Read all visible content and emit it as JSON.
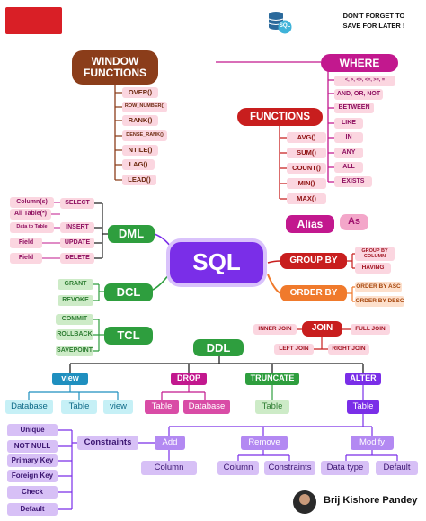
{
  "header": {
    "reminder_line1": "DON'T FORGET TO",
    "reminder_line2": "SAVE FOR LATER !",
    "db_icon_label": "SQL"
  },
  "center": {
    "label": "SQL"
  },
  "window_functions": {
    "title_line1": "WINDOW",
    "title_line2": "FUNCTIONS",
    "items": [
      "OVER()",
      "ROW_NUMBER()",
      "RANK()",
      "DENSE_RANK()",
      "NTILE()",
      "LAG()",
      "LEAD()"
    ]
  },
  "functions": {
    "title": "FUNCTIONS",
    "items": [
      "AVG()",
      "SUM()",
      "COUNT()",
      "MIN()",
      "MAX()"
    ]
  },
  "where": {
    "title": "WHERE",
    "items": [
      "<, >, <>, <=, >=, =",
      "AND, OR, NOT",
      "BETWEEN",
      "LIKE",
      "IN",
      "ANY",
      "ALL",
      "EXISTS"
    ]
  },
  "alias": {
    "title": "Alias",
    "as": "As"
  },
  "group_by": {
    "title": "GROUP BY",
    "items": [
      "GROUP BY COLUMN",
      "HAVING"
    ]
  },
  "order_by": {
    "title": "ORDER BY",
    "items": [
      "ORDER BY ASC",
      "ORDER BY DESC"
    ]
  },
  "join": {
    "title": "JOIN",
    "items": [
      "INNER JOIN",
      "FULL JOIN",
      "LEFT JOIN",
      "RIGHT JOIN"
    ]
  },
  "dml": {
    "title": "DML",
    "items": [
      "SELECT",
      "INSERT",
      "UPDATE",
      "DELETE"
    ],
    "targets": [
      "Column(s)",
      "All Table(*)",
      "Data to Table",
      "Field",
      "Field"
    ]
  },
  "dcl": {
    "title": "DCL",
    "items": [
      "GRANT",
      "REVOKE"
    ]
  },
  "tcl": {
    "title": "TCL",
    "items": [
      "COMMIT",
      "ROLLBACK",
      "SAVEPOINT"
    ]
  },
  "ddl": {
    "title": "DDL",
    "view": {
      "title": "view",
      "items": [
        "Database",
        "Table",
        "view"
      ]
    },
    "drop": {
      "title": "DROP",
      "items": [
        "Table",
        "Database"
      ]
    },
    "truncate": {
      "title": "TRUNCATE",
      "items": [
        "Table"
      ]
    },
    "alter": {
      "title": "ALTER",
      "table": "Table",
      "add": "Add",
      "remove": "Remove",
      "modify": "Modify",
      "add_item": "Column",
      "remove_items": [
        "Column",
        "Constraints"
      ],
      "modify_items": [
        "Data type",
        "Default"
      ]
    },
    "constraints": {
      "title": "Constraints",
      "items": [
        "Unique",
        "NOT NULL",
        "Primary Key",
        "Foreign Key",
        "Check",
        "Default"
      ]
    }
  },
  "author": {
    "name": "Brij Kishore Pandey"
  },
  "colors": {
    "brown": "#8b3d1a",
    "red": "#c81e1e",
    "pink_light": "#fbd6e0",
    "magenta": "#c2188e",
    "purple": "#7a2ee8",
    "green": "#2e9e3e",
    "green_light": "#cdebc7",
    "orange": "#f07a2c",
    "cyan_light": "#c6f0f6",
    "lavender": "#d7c0f6",
    "teal_blue": "#1f8fbf"
  }
}
